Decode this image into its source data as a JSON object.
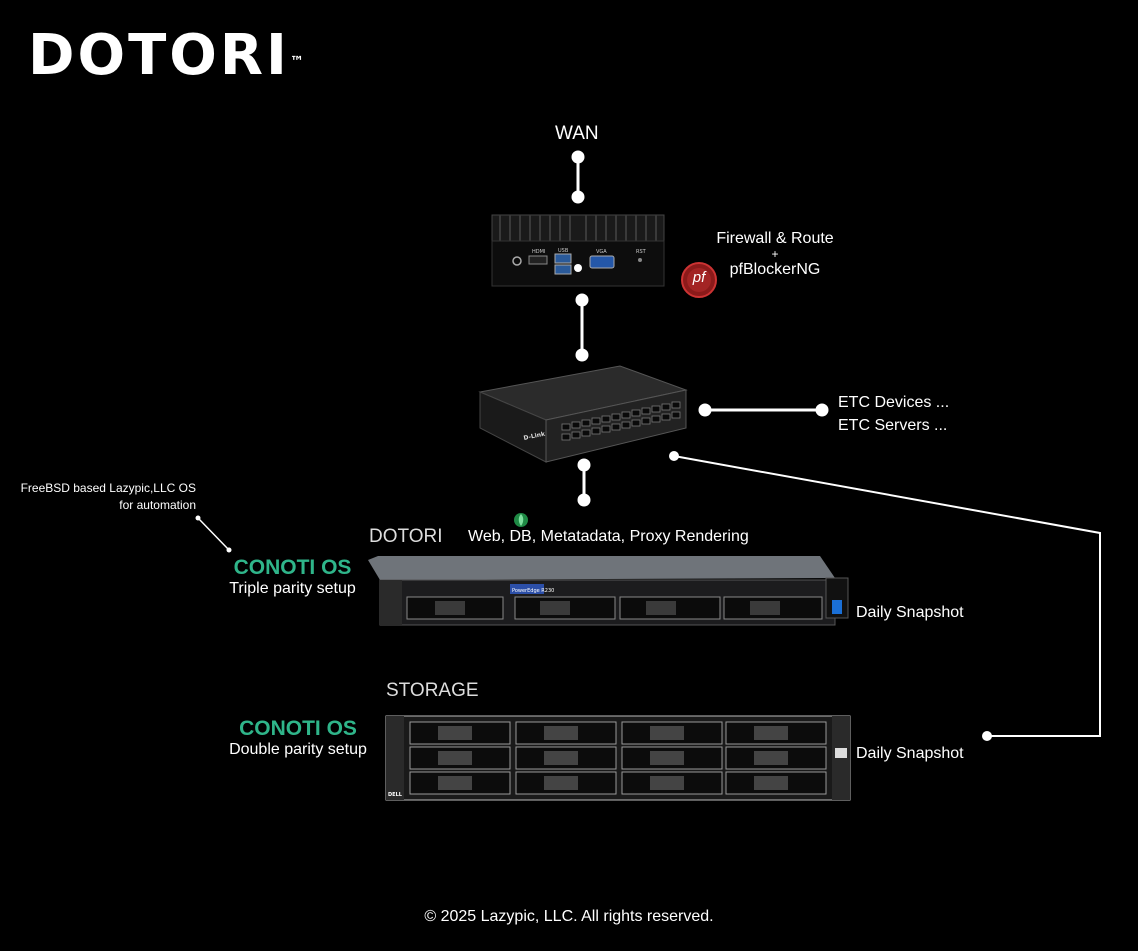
{
  "logo": {
    "text": "DOTORI",
    "trademark": "™"
  },
  "wan": {
    "label": "WAN"
  },
  "firewall": {
    "line1": "Firewall & Route",
    "line2": "+",
    "line3": "pfBlockerNG",
    "badge": "pf",
    "ports": [
      "HDMI",
      "USB",
      "VGA",
      "RST"
    ]
  },
  "switch": {
    "brand": "D-Link",
    "connections": [
      "ETC Devices ...",
      "ETC Servers ..."
    ]
  },
  "annotation": {
    "line1": "FreeBSD based Lazypic,LLC OS",
    "line2": "for automation"
  },
  "dotori_server": {
    "title": "DOTORI",
    "services": "Web, DB, Metatadata, Proxy Rendering",
    "os": "CONOTI OS",
    "setup": "Triple parity setup",
    "snapshot": "Daily Snapshot",
    "model": "PowerEdge R230"
  },
  "storage_server": {
    "title": "STORAGE",
    "os": "CONOTI OS",
    "setup": "Double parity setup",
    "snapshot": "Daily Snapshot",
    "brand": "DELL"
  },
  "footer": {
    "copyright": "© 2025 Lazypic, LLC. All rights reserved."
  },
  "colors": {
    "background": "#000000",
    "accent_green": "#2fb58a",
    "line": "#ffffff"
  }
}
